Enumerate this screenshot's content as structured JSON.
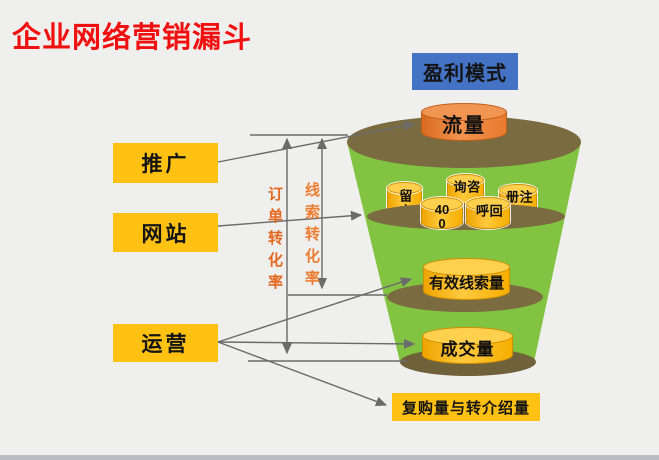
{
  "title": "企业网络营销漏斗",
  "profit_box": {
    "label": "盈利模式"
  },
  "left_boxes": [
    {
      "label": "推广"
    },
    {
      "label": "网站"
    },
    {
      "label": "运营"
    }
  ],
  "funnel": {
    "stage_traffic": "流量",
    "channels": [
      "留言",
      "400",
      "咨询",
      "回呼",
      "注册"
    ],
    "stage_leads": "有效线索量",
    "stage_deals": "成交量"
  },
  "rates": {
    "order_conversion": "订单转化率",
    "lead_conversion": "线索转化率"
  },
  "bottom_box": {
    "label": "复购量与转介绍量"
  },
  "colors": {
    "title_red": "#F01010",
    "accent_yellow": "#FFC112",
    "accent_blue": "#4472C4",
    "funnel_green": "#82C342",
    "funnel_olive": "#7A6B40",
    "cylinder_gold": "#FFB900",
    "cylinder_orange": "#ED7D31",
    "rate_text_orange": "#E4782A",
    "line_gray": "#6B6B6B"
  }
}
